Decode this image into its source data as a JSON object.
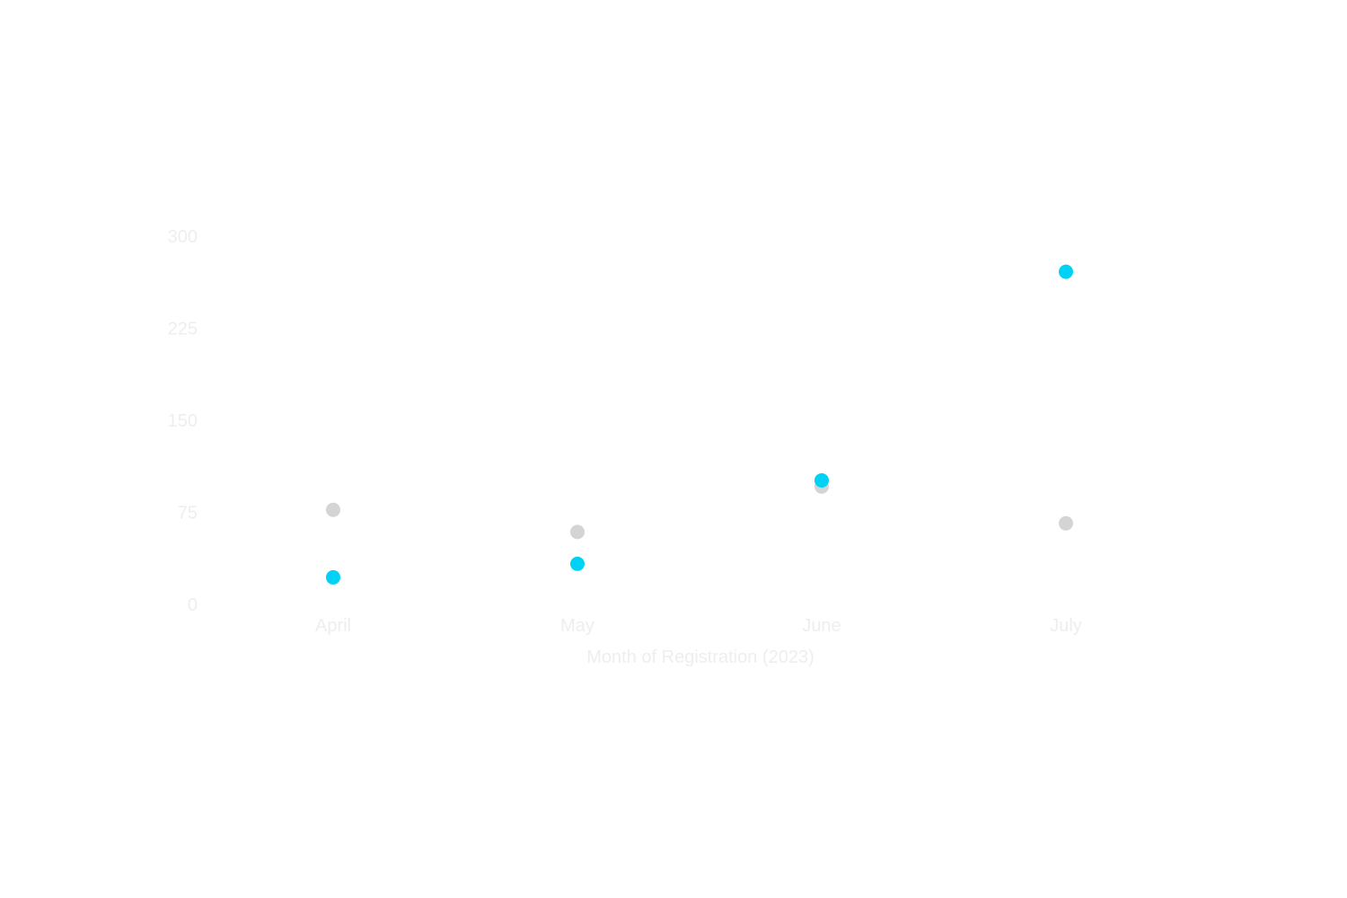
{
  "chart_data": {
    "type": "scatter",
    "title": "",
    "xlabel": "Month of Registration (2023)",
    "ylabel": "",
    "categories": [
      "April",
      "May",
      "June",
      "July"
    ],
    "series": [
      {
        "values": [
          22,
          33,
          101,
          271
        ]
      },
      {
        "values": [
          77,
          59,
          96,
          66
        ]
      }
    ],
    "ylim": [
      0,
      300
    ],
    "yticks": [
      0,
      75,
      150,
      225,
      300
    ],
    "grid": false,
    "legend": "none",
    "colors": {
      "series_0": "#00d2f5",
      "series_1": "#d4d4d4",
      "tick_text": "#eeeeee",
      "axis_label_text": "#eeeeee",
      "background": "#ffffff"
    }
  }
}
